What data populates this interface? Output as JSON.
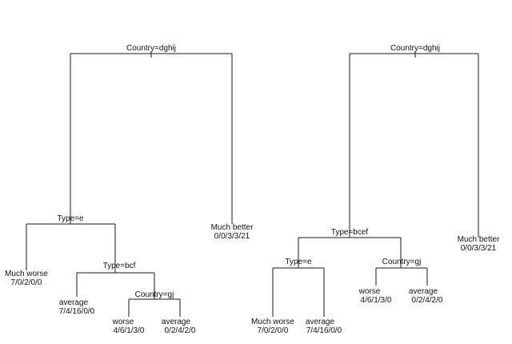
{
  "tree_left": {
    "root": {
      "split": "Country=dghij"
    },
    "node_type_e": {
      "split": "Type=e"
    },
    "leaf_much_better": {
      "label": "Much better",
      "counts": "0/0/3/3/21"
    },
    "leaf_much_worse": {
      "label": "Much worse",
      "counts": "7/0/2/0/0"
    },
    "node_type_bcf": {
      "split": "Type=bcf"
    },
    "leaf_average_a": {
      "label": "average",
      "counts": "7/4/16/0/0"
    },
    "node_country_gj": {
      "split": "Country=gj"
    },
    "leaf_worse": {
      "label": "worse",
      "counts": "4/6/1/3/0"
    },
    "leaf_average_b": {
      "label": "average",
      "counts": "0/2/4/2/0"
    }
  },
  "tree_right": {
    "root": {
      "split": "Country=dghij"
    },
    "node_type_bcef": {
      "split": "Type=bcef"
    },
    "leaf_much_better": {
      "label": "Much better",
      "counts": "0/0/3/3/21"
    },
    "node_type_e": {
      "split": "Type=e"
    },
    "node_country_gj": {
      "split": "Country=gj"
    },
    "leaf_much_worse": {
      "label": "Much worse",
      "counts": "7/0/2/0/0"
    },
    "leaf_average_a": {
      "label": "average",
      "counts": "7/4/16/0/0"
    },
    "leaf_worse": {
      "label": "worse",
      "counts": "4/6/1/3/0"
    },
    "leaf_average_b": {
      "label": "average",
      "counts": "0/2/4/2/0"
    }
  }
}
